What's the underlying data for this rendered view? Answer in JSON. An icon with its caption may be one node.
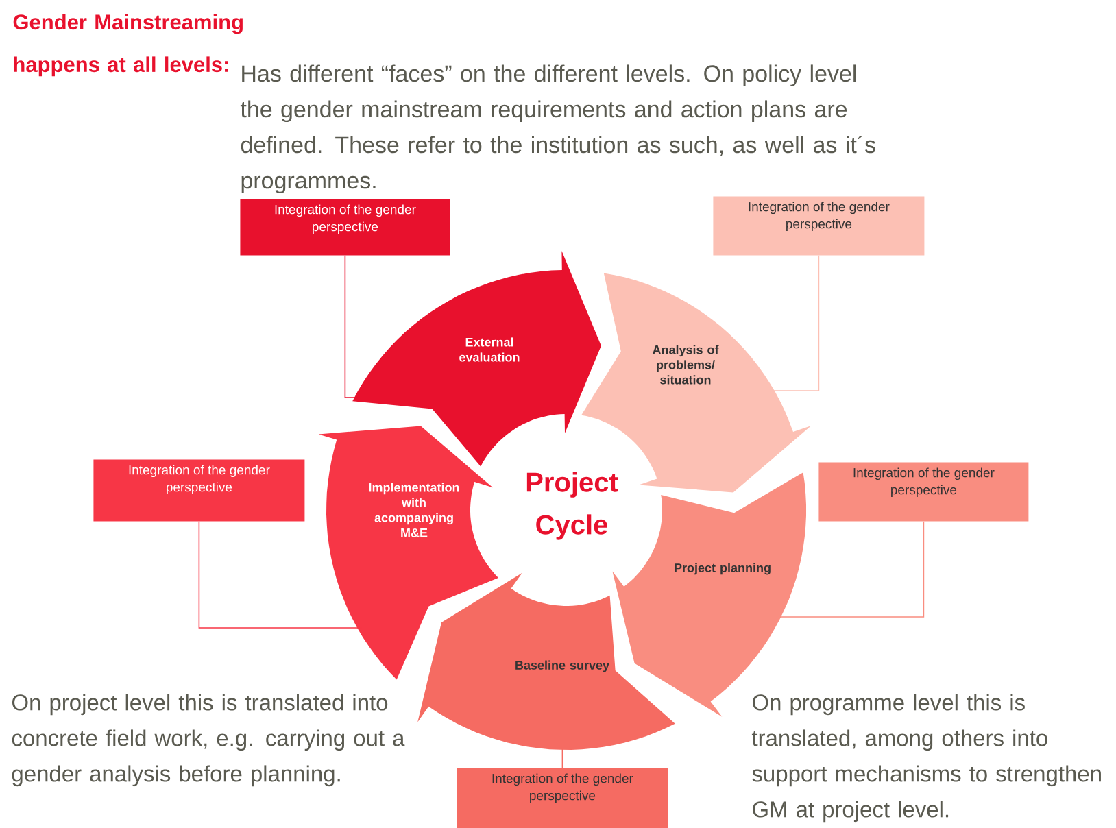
{
  "diagram": {
    "title": "Gender Mainstreaming happens at all levels:",
    "nodes": [
      {
        "text": [
          "External evaluation"
        ]
      },
      {
        "text": [
          "Analysis of problems/ situation"
        ]
      },
      {
        "text": [
          "Project planning"
        ]
      },
      {
        "text": [
          "Baseline survey"
        ]
      },
      {
        "text": [
          "Implementation with acompanying M&E"
        ]
      },
      {
        "text": [
          "Integration of the gender perspective"
        ]
      },
      {
        "text": [
          "Integration of the gender perspective"
        ]
      },
      {
        "text": [
          "Integration of the gender perspective"
        ]
      },
      {
        "text": [
          "Integration of the gender perspective"
        ]
      },
      {
        "text": [
          "Integration of the gender perspective"
        ]
      }
    ],
    "edges": [
      {
        "from": 5,
        "to": 0,
        "arrow": "none",
        "color": "#e8112d"
      },
      {
        "from": 6,
        "to": 1,
        "arrow": "none",
        "color": "#fcc0b4"
      },
      {
        "from": 7,
        "to": 2,
        "arrow": "none",
        "color": "#f98d80"
      },
      {
        "from": 8,
        "to": 3,
        "arrow": "none",
        "color": "#f56b62"
      },
      {
        "from": 9,
        "to": 4,
        "arrow": "none",
        "color": "#f73646"
      }
    ],
    "labels": [
      "Has different “faces” on the different levels. On policy level the gender mainstream requirements and action plans are defined. These refer to the institution as such, as well as it´s programmes.",
      "Project Cycle",
      "On project level this is translated into concrete field work, e.g. carrying out a gender analysis before planning.",
      "On programme level this is translated, among others into support mechanisms to strengthen GM at project level."
    ]
  }
}
